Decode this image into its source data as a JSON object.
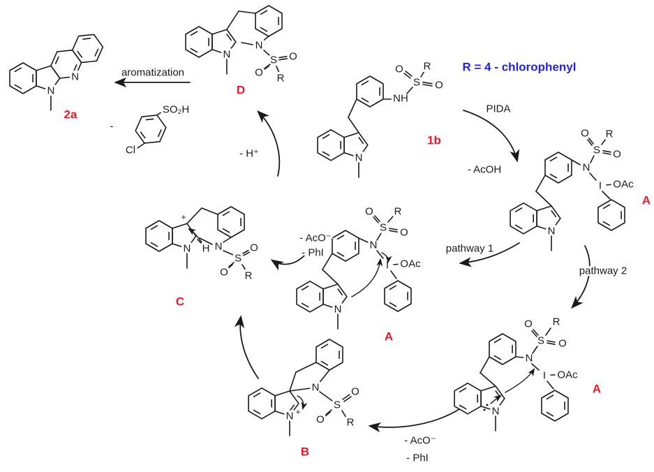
{
  "title": "Reaction mechanism scheme",
  "colors": {
    "bond": "#1a1a1a",
    "compound_label": "#e8192c",
    "r_definition": "#2222dd",
    "background": "#ffffff"
  },
  "compounds": {
    "p2a": "2a",
    "D": "D",
    "s1b": "1b",
    "A": "A",
    "B": "B",
    "C": "C"
  },
  "atoms": {
    "N": "N",
    "NH": "NH",
    "O": "O",
    "S": "S",
    "R": "R",
    "I": "I",
    "OAc": "OAc",
    "H": "H",
    "Cl": "Cl",
    "plus": "+",
    "minus": "-",
    "SO2H": "SO₂H"
  },
  "steps": {
    "aromatization": "aromatization",
    "minus_H": "- H⁺",
    "PIDA": "PIDA",
    "minus_AcOH": "- AcOH",
    "R_definition": "R = 4 - chlorophenyl",
    "pathway1": "pathway 1",
    "pathway2": "pathway 2",
    "minus_AcO": "- AcO⁻",
    "minus_PhI": "- PhI"
  }
}
